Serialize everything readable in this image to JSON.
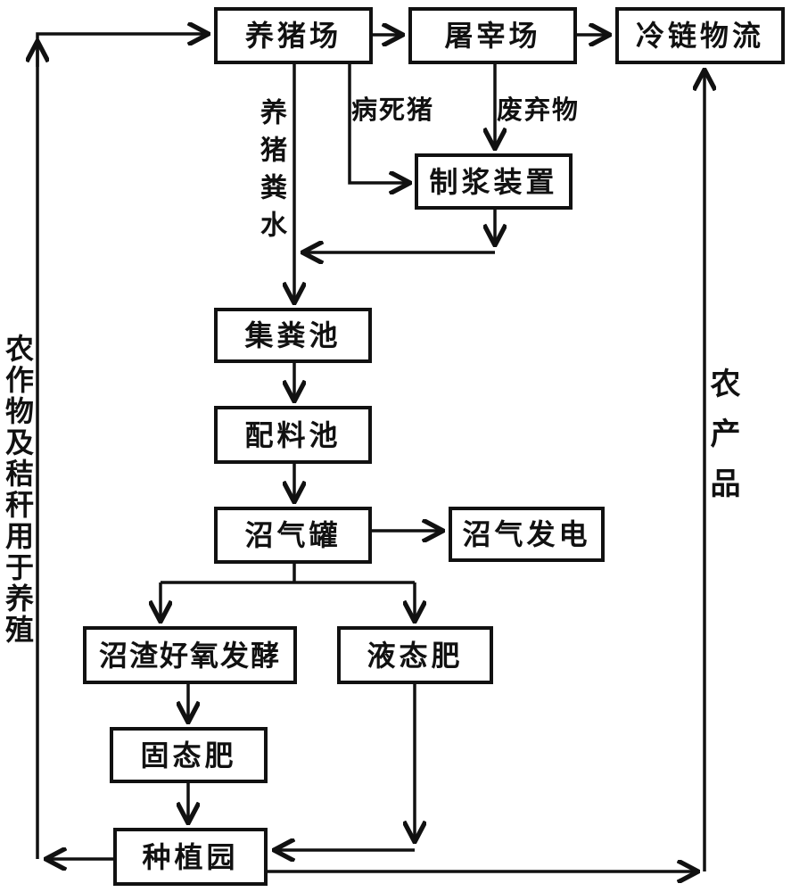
{
  "figure": {
    "type": "flowchart",
    "background_color": "#ffffff",
    "line_color": "#111111"
  },
  "nodes": {
    "pig_farm": {
      "label": "养猪场"
    },
    "slaughterhouse": {
      "label": "屠宰场"
    },
    "cold_chain_logistics": {
      "label": "冷链物流"
    },
    "pulping_device": {
      "label": "制浆装置"
    },
    "manure_collection_pool": {
      "label": "集粪池"
    },
    "batching_pool": {
      "label": "配料池"
    },
    "biogas_tank": {
      "label": "沼气罐"
    },
    "biogas_power_generation": {
      "label": "沼气发电"
    },
    "residue_aerobic_fermentation": {
      "label": "沼渣好氧发酵"
    },
    "liquid_fertilizer": {
      "label": "液态肥"
    },
    "solid_fertilizer": {
      "label": "固态肥"
    },
    "plantation": {
      "label": "种植园"
    }
  },
  "edge_labels": {
    "pig_manure_water": "养猪粪水",
    "dead_diseased_pigs": "病死猪",
    "waste": "废弃物",
    "crops_and_straw_for_breeding": "农作物及秸秆用于养殖",
    "agricultural_products": "农产品"
  }
}
